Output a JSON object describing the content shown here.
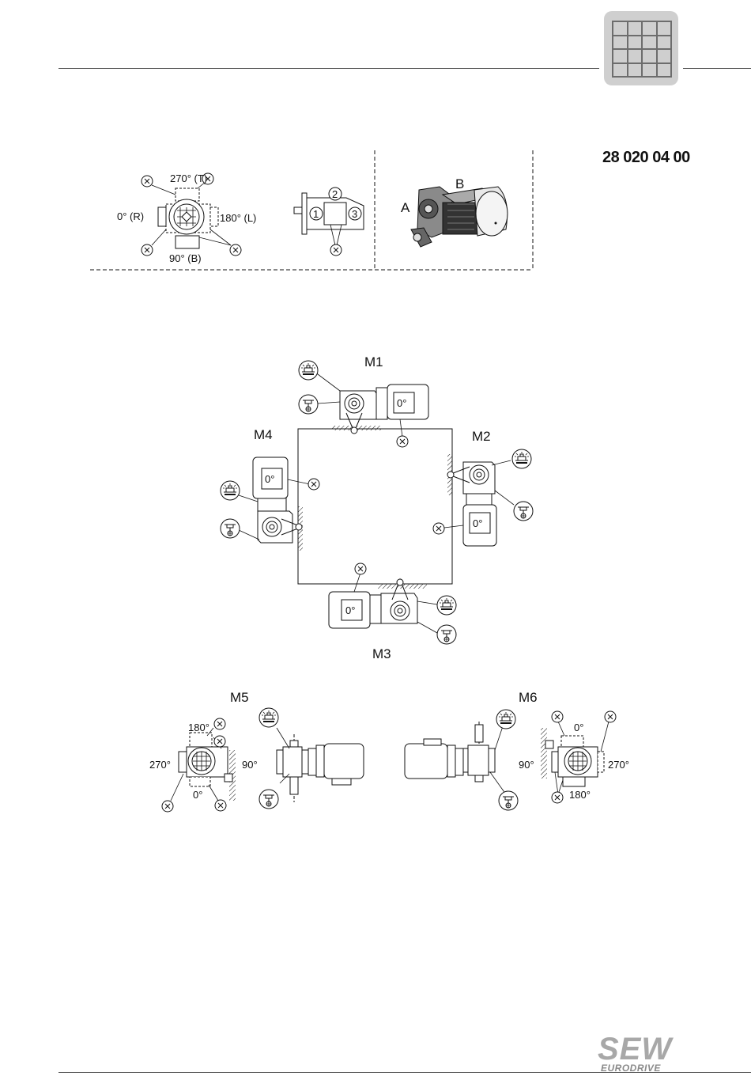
{
  "document_number": "28 020 04 00",
  "positions_key": {
    "orientation_labels": [
      "270° (T)",
      "0° (R)",
      "180° (L)",
      "90° (B)"
    ],
    "side_numbers": [
      "1",
      "2",
      "3"
    ],
    "view_labels": [
      "A",
      "B"
    ],
    "marker": "X"
  },
  "mounting_positions": {
    "m1": "M1",
    "m2": "M2",
    "m3": "M3",
    "m4": "M4",
    "m5": "M5",
    "m6": "M6",
    "motor_angle": "0°"
  },
  "m5_labels": [
    "180°",
    "270°",
    "90°",
    "0°"
  ],
  "m6_labels": [
    "0°",
    "90°",
    "270°",
    "180°"
  ],
  "logo": {
    "brand": "SEW",
    "sub": "EURODRIVE"
  }
}
